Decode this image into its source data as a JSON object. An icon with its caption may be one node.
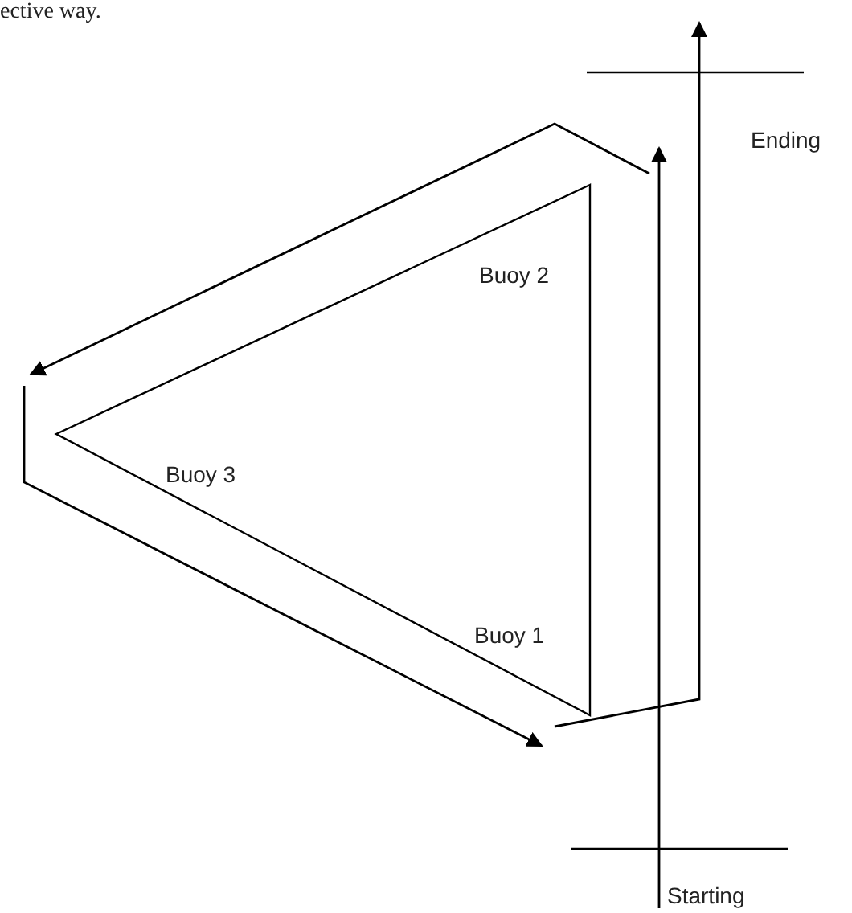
{
  "diagram": {
    "nodes": [
      {
        "text": [
          "Buoy 2",
          "Buoy 3",
          "Buoy 1"
        ]
      }
    ],
    "labels": [
      "ective way.",
      "Ending",
      "Starting"
    ]
  }
}
